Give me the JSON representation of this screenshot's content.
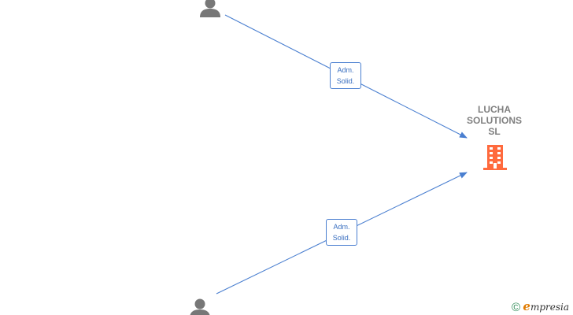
{
  "company": {
    "name_lines": [
      "LUCHA",
      "SOLUTIONS",
      "SL"
    ],
    "icon": "building-icon",
    "color": "#ff6a3d"
  },
  "relations": [
    {
      "label_line1": "Adm.",
      "label_line2": "Solid.",
      "person_icon": "person-icon"
    },
    {
      "label_line1": "Adm.",
      "label_line2": "Solid.",
      "person_icon": "person-icon"
    }
  ],
  "colors": {
    "edge": "#4a7fd0",
    "person": "#777777",
    "company_label": "#808080"
  },
  "footer": {
    "copyright_symbol": "©",
    "brand_initial": "e",
    "brand_rest": "mpresia"
  }
}
